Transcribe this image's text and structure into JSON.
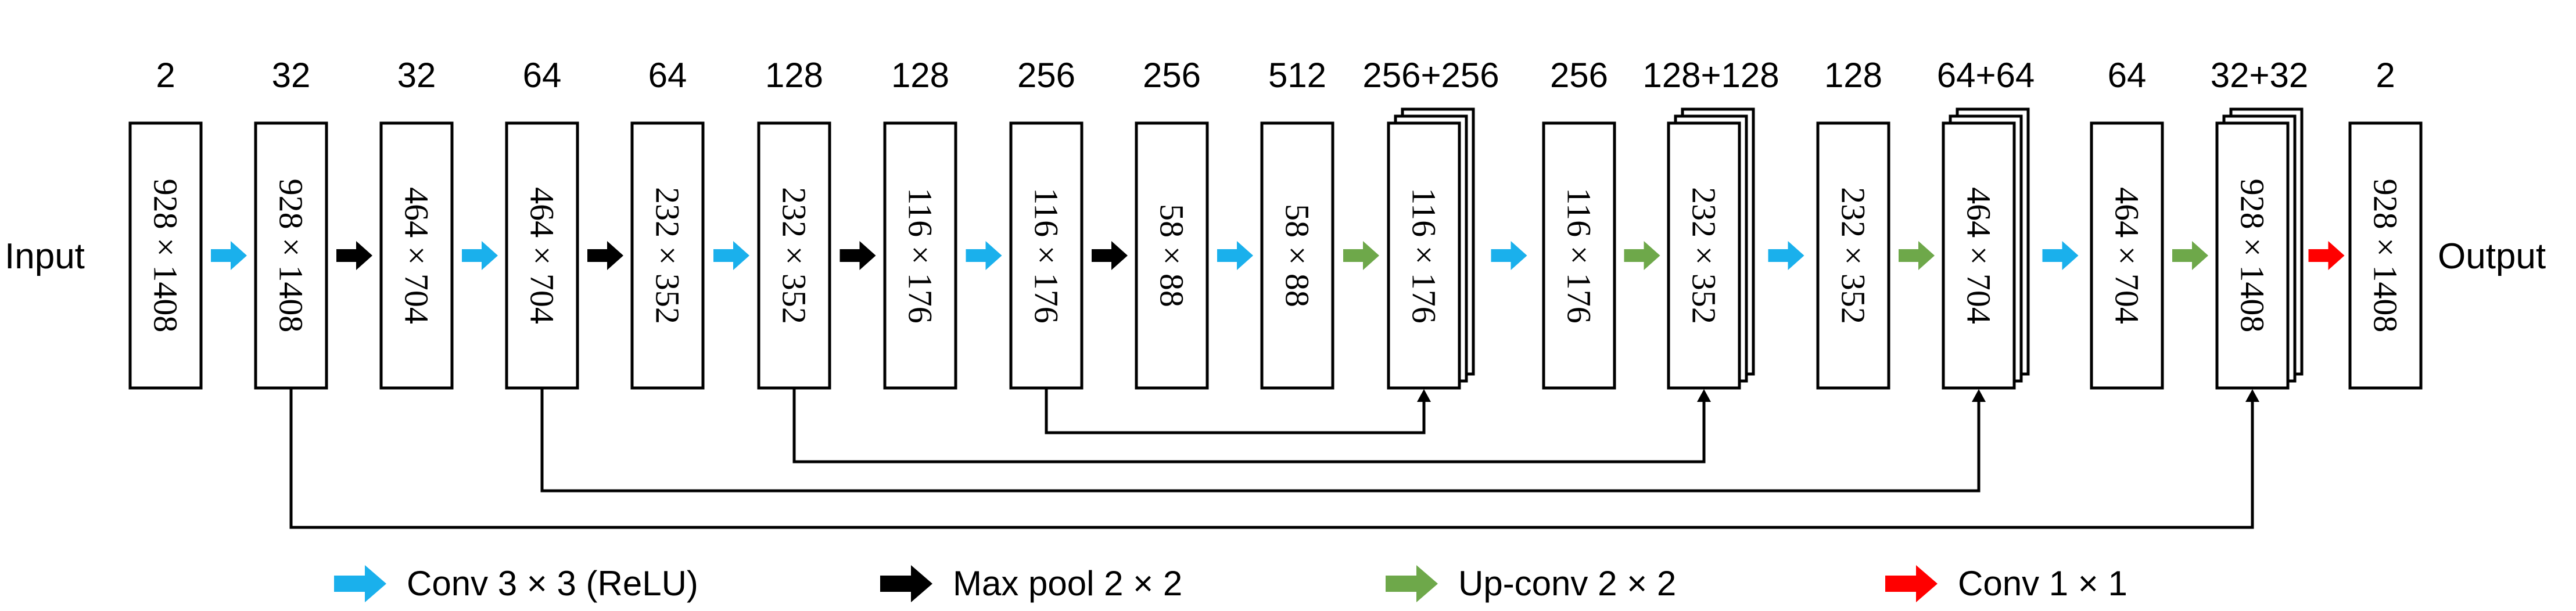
{
  "input_label": "Input",
  "output_label": "Output",
  "colors": {
    "conv": "#1ab0ec",
    "maxpool": "#000000",
    "upconv": "#6ea84a",
    "conv1x1": "#ff0000"
  },
  "blocks": [
    {
      "channels": "2",
      "size": "928 × 1408",
      "stacked": false
    },
    {
      "channels": "32",
      "size": "928 × 1408",
      "stacked": false
    },
    {
      "channels": "32",
      "size": "464 × 704",
      "stacked": false
    },
    {
      "channels": "64",
      "size": "464 × 704",
      "stacked": false
    },
    {
      "channels": "64",
      "size": "232 × 352",
      "stacked": false
    },
    {
      "channels": "128",
      "size": "232 × 352",
      "stacked": false
    },
    {
      "channels": "128",
      "size": "116 × 176",
      "stacked": false
    },
    {
      "channels": "256",
      "size": "116 × 176",
      "stacked": false
    },
    {
      "channels": "256",
      "size": "58 × 88",
      "stacked": false
    },
    {
      "channels": "512",
      "size": "58 × 88",
      "stacked": false
    },
    {
      "channels": "256+256",
      "size": "116 × 176",
      "stacked": true
    },
    {
      "channels": "256",
      "size": "116 × 176",
      "stacked": false
    },
    {
      "channels": "128+128",
      "size": "232 × 352",
      "stacked": true
    },
    {
      "channels": "128",
      "size": "232 × 352",
      "stacked": false
    },
    {
      "channels": "64+64",
      "size": "464 × 704",
      "stacked": true
    },
    {
      "channels": "64",
      "size": "464 × 704",
      "stacked": false
    },
    {
      "channels": "32+32",
      "size": "928 × 1408",
      "stacked": true
    },
    {
      "channels": "2",
      "size": "928 × 1408",
      "stacked": false
    }
  ],
  "arrows": [
    "conv",
    "maxpool",
    "conv",
    "maxpool",
    "conv",
    "maxpool",
    "conv",
    "maxpool",
    "conv",
    "upconv",
    "conv",
    "upconv",
    "conv",
    "upconv",
    "conv",
    "upconv",
    "conv1x1"
  ],
  "skip_connections": [
    {
      "from": 7,
      "to": 10
    },
    {
      "from": 5,
      "to": 12
    },
    {
      "from": 3,
      "to": 14
    },
    {
      "from": 1,
      "to": 16
    }
  ],
  "legend": [
    {
      "type": "conv",
      "label": "Conv 3 × 3 (ReLU)"
    },
    {
      "type": "maxpool",
      "label": "Max pool 2 × 2"
    },
    {
      "type": "upconv",
      "label": "Up-conv 2 × 2"
    },
    {
      "type": "conv1x1",
      "label": "Conv 1 × 1"
    }
  ]
}
